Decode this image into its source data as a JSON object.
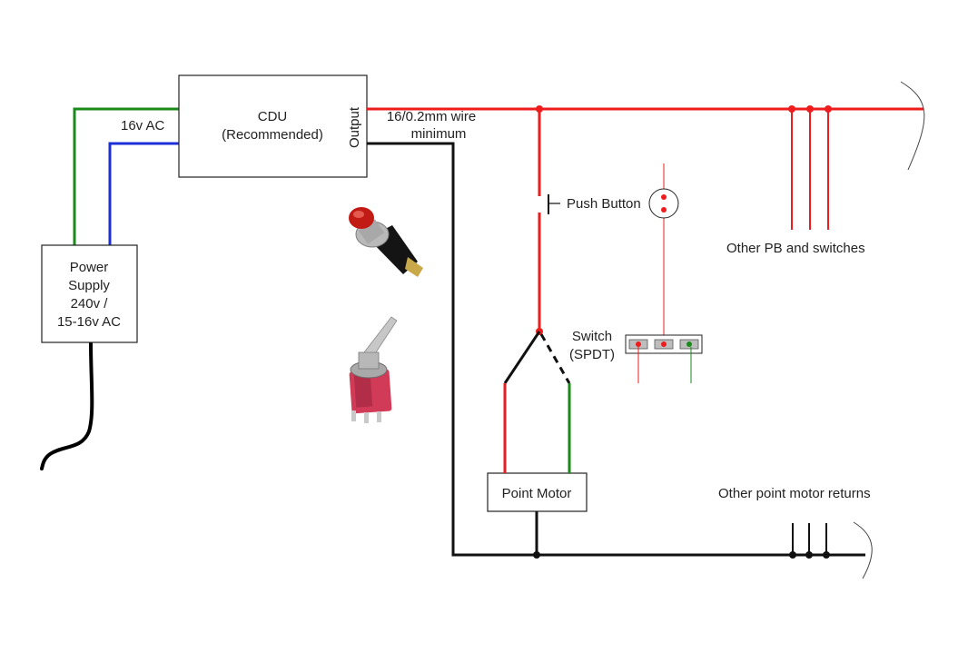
{
  "colors": {
    "live": "#ee1c1c",
    "return": "#111111",
    "ac_green": "#1a8a1a",
    "ac_blue": "#1c2fd6",
    "box_border": "#222222",
    "pin_grey": "#bdbdbd"
  },
  "labels": {
    "cdu_line1": "CDU",
    "cdu_line2": "(Recommended)",
    "output": "Output",
    "ac_label": "16v AC",
    "wire_line1": "16/0.2mm wire",
    "wire_line2": "minimum",
    "psu_line1": "Power",
    "psu_line2": "Supply",
    "psu_line3": "240v /",
    "psu_line4": "15-16v AC",
    "push_button": "Push Button",
    "switch_line1": "Switch",
    "switch_line2": "(SPDT)",
    "other_pb": "Other PB and switches",
    "point_motor": "Point Motor",
    "other_returns": "Other point motor returns"
  },
  "illustrations": {
    "push_button_photo": "push-button-photo",
    "toggle_switch_photo": "toggle-switch-photo"
  }
}
